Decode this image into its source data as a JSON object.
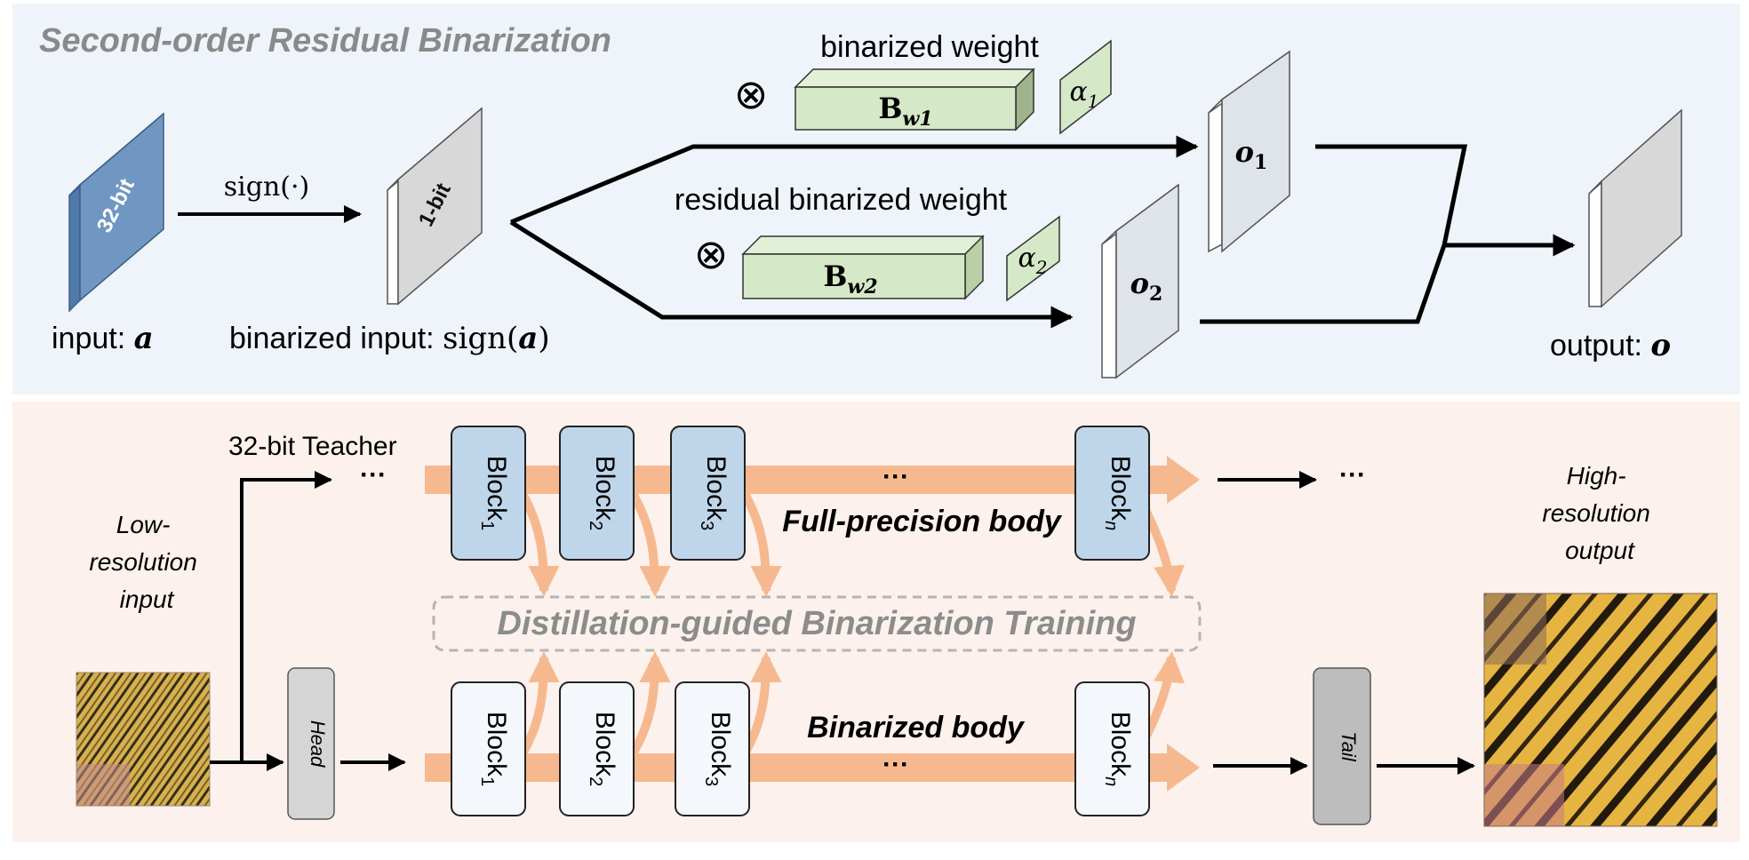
{
  "top_panel": {
    "title": "Second-order Residual Binarization",
    "input_block_label": "32-bit",
    "input_caption_text": "input: ",
    "input_caption_var": "a",
    "sign_label": "sign(·)",
    "binarized_block_label": "1-bit",
    "binarized_caption_text": "binarized input: ",
    "binarized_caption_fn": "sign(",
    "binarized_caption_var": "a",
    "binarized_caption_close": ")",
    "binarized_weight_label": "binarized weight",
    "weight1_base": "B",
    "weight1_sub": "w1",
    "alpha1_base": "α",
    "alpha1_sub": "1",
    "residual_weight_label": "residual binarized weight",
    "weight2_base": "B",
    "weight2_sub": "w2",
    "alpha2_base": "α",
    "alpha2_sub": "2",
    "otimes_symbol": "⊗",
    "o1_base": "o",
    "o1_sub": "1",
    "o2_base": "o",
    "o2_sub": "2",
    "output_caption_text": "output: ",
    "output_caption_var": "o"
  },
  "bottom_panel": {
    "input_label_lines": [
      "Low-",
      "resolution",
      "input"
    ],
    "teacher_label": "32-bit Teacher",
    "ellipsis": "···",
    "head_label": "Head",
    "tail_label": "Tail",
    "block_base": "Block",
    "block_subs": [
      "1",
      "2",
      "3",
      "n"
    ],
    "full_precision_label": "Full-precision body",
    "binarized_body_label": "Binarized body",
    "distillation_label": "Distillation-guided Binarization Training",
    "output_label_lines": [
      "High-",
      "resolution",
      "output"
    ]
  },
  "colors": {
    "top_bg": "#eef4fa",
    "bottom_bg": "#fcf1ec",
    "fp_block": "#bfd5ea",
    "bin_block": "#f4f8fd",
    "orange_flow": "#f6b98f",
    "weight_green": "#d5e8c7",
    "input_blue": "#6f97c2",
    "gray_block": "#d5d5d5"
  }
}
